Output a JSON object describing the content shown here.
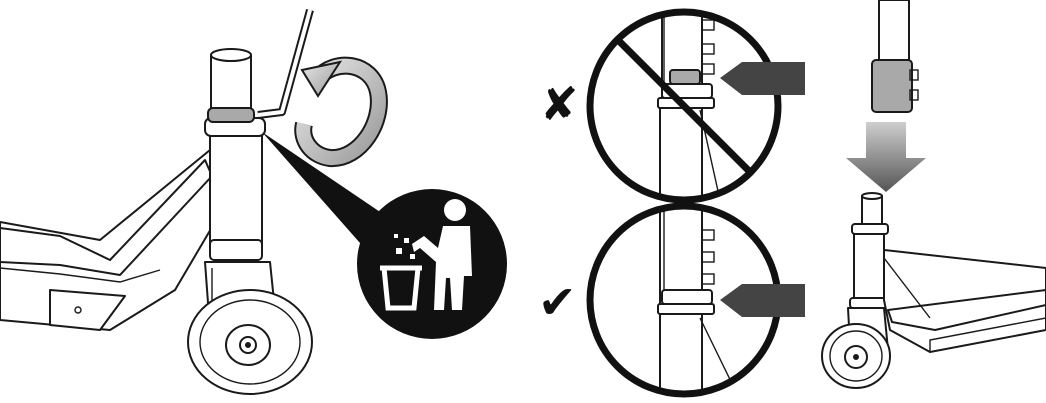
{
  "colors": {
    "line": "#1a1a1a",
    "fill_white": "#ffffff",
    "grey_part": "#a9a9a9",
    "dark_arrow": "#444444",
    "disposal_badge": "#111111"
  },
  "icons": {
    "rotate": "rotate-arrow-icon",
    "disposal": "dispose-in-bin-icon",
    "incorrect": "cross-mark-icon",
    "correct": "check-mark-icon",
    "prohibited": "prohibited-sign-icon",
    "insert_down": "down-arrow-icon",
    "pointer": "pointing-arrow-icon"
  },
  "marks": {
    "incorrect": "✘",
    "correct": "✔"
  },
  "steps": [
    {
      "name": "remove-and-dispose-clamp-ring",
      "uses_tool": "allen-key"
    },
    {
      "name": "clamp-position-check",
      "wrong_shown": true,
      "right_shown": true
    },
    {
      "name": "insert-bar-onto-fork",
      "direction": "down"
    }
  ]
}
